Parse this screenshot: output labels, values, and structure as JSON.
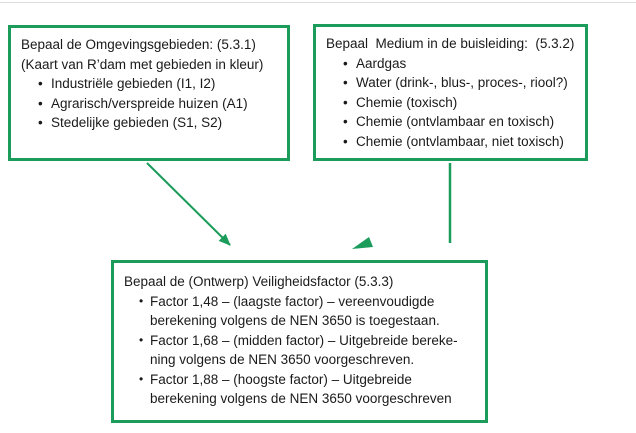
{
  "colors": {
    "accent_green": "#1b9c5a",
    "text": "#1a1a1a",
    "background": "#ffffff",
    "top_rule": "#dcdcdc"
  },
  "bullet_char": "•",
  "box_omgevingsgebieden": {
    "title": "Bepaal de Omgevingsgebieden: (5.3.1)\n(Kaart van R’dam met gebieden in kleur)",
    "bullets": [
      "Industriële gebieden (I1, I2)",
      "Agrarisch/verspreide huizen (A1)",
      "Stedelijke gebieden (S1, S2)"
    ]
  },
  "box_medium": {
    "title": "Bepaal  Medium in de buisleiding:  (5.3.2)",
    "bullets": [
      "Aardgas",
      "Water (drink-, blus-, proces-, riool?)",
      "Chemie (toxisch)",
      "Chemie (ontvlambaar en toxisch)",
      "Chemie (ontvlambaar, niet toxisch)"
    ]
  },
  "box_veiligheidsfactor": {
    "title": "Bepaal de (Ontwerp) Veiligheidsfactor (5.3.3)",
    "bullets": [
      "Factor 1,48 – (laagste factor) – vereenvoudigde\nberekening volgens de NEN 3650 is toegestaan.",
      "Factor 1,68 – (midden factor) – Uitgebreide bereke-\nning volgens de NEN 3650 voorgeschreven.",
      "Factor 1,88 – (hoogste factor) – Uitgebreide\nberekening volgens de NEN 3650 voorgeschreven"
    ]
  }
}
